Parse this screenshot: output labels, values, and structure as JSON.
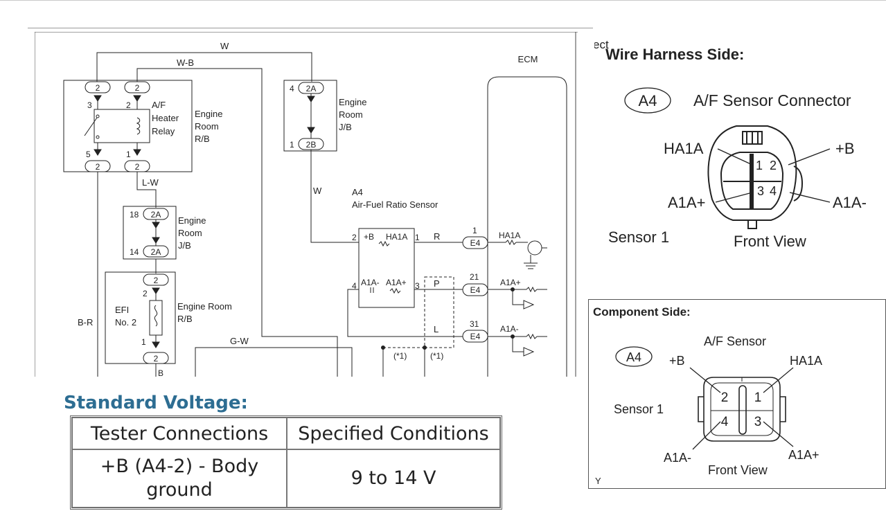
{
  "colors": {
    "heading": "#2d6d92",
    "line": "#222222",
    "border": "#666666"
  },
  "cropped_text": "ect",
  "schematic": {
    "wires": {
      "w_top": "W",
      "wb": "W-B",
      "lw": "L-W",
      "br": "B-R",
      "gw": "G-W",
      "w_mid": "W",
      "r": "R",
      "p": "P",
      "l": "L",
      "b": "B"
    },
    "ecm_label": "ECM",
    "relay": {
      "label_af": "A/F",
      "label_heater": "Heater",
      "label_relay": "Relay",
      "box_line1": "Engine",
      "box_line2": "Room",
      "box_line3": "R/B",
      "conn_a": "2",
      "conn_b": "2",
      "conn_c": "2",
      "conn_d": "2",
      "pin3": "3",
      "pin2": "2",
      "pin5": "5",
      "pin1": "1"
    },
    "jb1": {
      "line1": "Engine",
      "line2": "Room",
      "line3": "J/B",
      "top": "2A",
      "bottom": "2B",
      "pin_top": "4",
      "pin_bottom": "1"
    },
    "jb2": {
      "line1": "Engine",
      "line2": "Room",
      "line3": "J/B",
      "top": "2A",
      "bottom": "2A",
      "pin_top": "18",
      "pin_bottom": "14"
    },
    "efi": {
      "label1": "EFI",
      "label2": "No. 2",
      "box1": "Engine Room",
      "box2": "R/B",
      "top": "2",
      "bottom": "2",
      "pin_top": "2",
      "pin_bottom": "1"
    },
    "sensor": {
      "id": "A4",
      "name": "Air-Fuel Ratio Sensor",
      "pin_b": "+B",
      "pin_ha1a": "HA1A",
      "pin_a1am": "A1A-",
      "pin_a1ap": "A1A+",
      "n2": "2",
      "n1": "1",
      "n4": "4",
      "n3": "3"
    },
    "ecm_pins": [
      {
        "num": "1",
        "conn": "E4",
        "label": "HA1A"
      },
      {
        "num": "21",
        "conn": "E4",
        "label": "A1A+"
      },
      {
        "num": "31",
        "conn": "E4",
        "label": "A1A-"
      }
    ],
    "notes": {
      "n1": "(*1)",
      "n2": "(*1)"
    }
  },
  "harness": {
    "title": "Wire Harness Side:",
    "connector_id": "A4",
    "connector_name": "A/F Sensor Connector",
    "pins": {
      "ha1a": "HA1A",
      "b": "+B",
      "a1ap": "A1A+",
      "a1am": "A1A-",
      "n1": "1",
      "n2": "2",
      "n3": "3",
      "n4": "4"
    },
    "sensor_label": "Sensor 1",
    "view_label": "Front View"
  },
  "component": {
    "title": "Component Side:",
    "connector_id": "A4",
    "sensor_name": "A/F Sensor",
    "pins": {
      "b": "+B",
      "ha1a": "HA1A",
      "a1am": "A1A-",
      "a1ap": "A1A+",
      "n1": "1",
      "n2": "2",
      "n3": "3",
      "n4": "4"
    },
    "sensor_label": "Sensor 1",
    "view_label": "Front View",
    "corner_mark": "Y"
  },
  "standard_voltage": {
    "title": "Standard Voltage:",
    "headers": [
      "Tester Connections",
      "Specified Conditions"
    ],
    "rows": [
      {
        "connection_line1": "+B (A4-2) - Body",
        "connection_line2": "ground",
        "condition": "9 to 14 V"
      }
    ]
  }
}
